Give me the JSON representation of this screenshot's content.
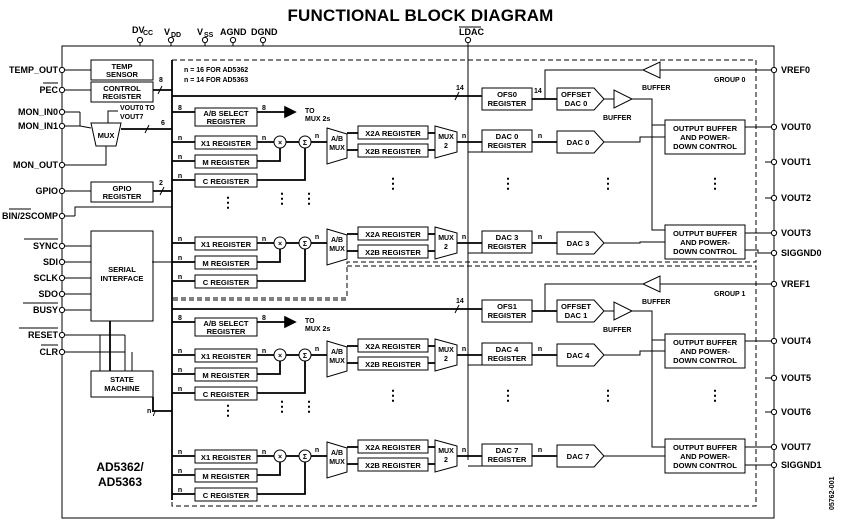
{
  "title": "FUNCTIONAL BLOCK DIAGRAM",
  "top_pins": [
    "DV",
    "CC",
    "V",
    "DD",
    "V",
    "SS",
    "AGND",
    "DGND",
    "LDAC"
  ],
  "left_pins": [
    "TEMP_OUT",
    "PEC",
    "MON_IN0",
    "MON_IN1",
    "MON_OUT",
    "GPIO",
    "BIN/2SCOMP",
    "SYNC",
    "SDI",
    "SCLK",
    "SDO",
    "BUSY",
    "RESET",
    "CLR"
  ],
  "right_pins": [
    "VREF0",
    "VOUT0",
    "VOUT1",
    "VOUT2",
    "VOUT3",
    "SIGGND0",
    "VREF1",
    "VOUT4",
    "VOUT5",
    "VOUT6",
    "VOUT7",
    "SIGGND1"
  ],
  "blocks": {
    "temp_sensor": [
      "TEMP",
      "SENSOR"
    ],
    "control_register": [
      "CONTROL",
      "REGISTER"
    ],
    "gpio_register": [
      "GPIO",
      "REGISTER"
    ],
    "serial_interface": [
      "SERIAL",
      "INTERFACE"
    ],
    "state_machine": [
      "STATE",
      "MACHINE"
    ],
    "mux": "MUX",
    "ab_select": [
      "A/B SELECT",
      "REGISTER"
    ],
    "to_mux": [
      "TO",
      "MUX 2s"
    ],
    "x1": "X1 REGISTER",
    "m": "M REGISTER",
    "c": "C REGISTER",
    "ab_mux": [
      "A/B",
      "MUX"
    ],
    "x2a": "X2A REGISTER",
    "x2b": "X2B REGISTER",
    "mux2": [
      "MUX",
      "2"
    ],
    "ofs0": [
      "OFS0",
      "REGISTER"
    ],
    "ofs1": [
      "OFS1",
      "REGISTER"
    ],
    "offset_dac0": [
      "OFFSET",
      "DAC 0"
    ],
    "offset_dac1": [
      "OFFSET",
      "DAC 1"
    ],
    "buffer": "BUFFER",
    "dac0": [
      "DAC 0",
      "REGISTER"
    ],
    "dac3": [
      "DAC 3",
      "REGISTER"
    ],
    "dac4": [
      "DAC 4",
      "REGISTER"
    ],
    "dac7": [
      "DAC 7",
      "REGISTER"
    ],
    "dac0_out": "DAC 0",
    "dac3_out": "DAC 3",
    "dac4_out": "DAC 4",
    "dac7_out": "DAC 7",
    "output_buffer": [
      "OUTPUT BUFFER",
      "AND POWER-",
      "DOWN CONTROL"
    ]
  },
  "annotations": {
    "n_note": [
      "n = 16 FOR AD5362",
      "n = 14 FOR AD5363"
    ],
    "vout_label": [
      "VOUT0 TO",
      "VOUT7"
    ],
    "group0": "GROUP 0",
    "group1": "GROUP 1",
    "part": [
      "AD5362/",
      "AD5363"
    ],
    "figure_id": "05762-001",
    "bus_8": "8",
    "bus_6": "6",
    "bus_2": "2",
    "bus_14": "14",
    "bus_n": "n",
    "bus_n7": "n",
    "sub7": "7",
    "sum": "Σ",
    "mult": "×",
    "vdots": "⋮"
  }
}
